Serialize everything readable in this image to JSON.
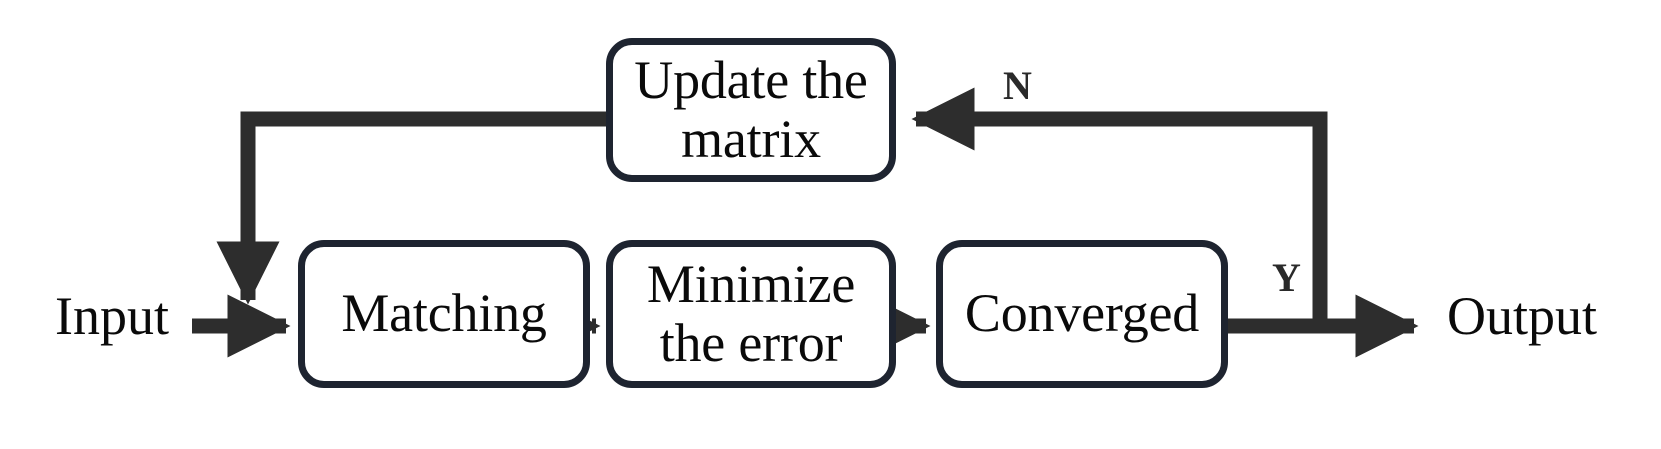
{
  "diagram": {
    "title": "Iterative matching optimization loop",
    "colors": {
      "box_border": "#1e2430",
      "arrow": "#2d2d2d",
      "text": "#0a0a0a",
      "background": "#ffffff"
    },
    "nodes": [
      {
        "id": "update",
        "label": "Update the\nmatrix"
      },
      {
        "id": "matching",
        "label": "Matching"
      },
      {
        "id": "minimize",
        "label": "Minimize\nthe error"
      },
      {
        "id": "converged",
        "label": "Converged"
      }
    ],
    "terminals": {
      "input": "Input",
      "output": "Output"
    },
    "branch_labels": {
      "no": "N",
      "yes": "Y"
    },
    "edges": [
      {
        "id": "input-to-matching",
        "from": "Input",
        "to": "Matching",
        "label": ""
      },
      {
        "id": "matching-to-minimize",
        "from": "Matching",
        "to": "Minimize the error",
        "label": ""
      },
      {
        "id": "minimize-to-converged",
        "from": "Minimize the error",
        "to": "Converged",
        "label": ""
      },
      {
        "id": "converged-to-output",
        "from": "Converged",
        "to": "Output",
        "label": "Y"
      },
      {
        "id": "converged-to-update",
        "from": "Converged",
        "to": "Update the matrix",
        "label": "N"
      },
      {
        "id": "update-to-matching",
        "from": "Update the matrix",
        "to": "Matching",
        "label": ""
      }
    ]
  }
}
